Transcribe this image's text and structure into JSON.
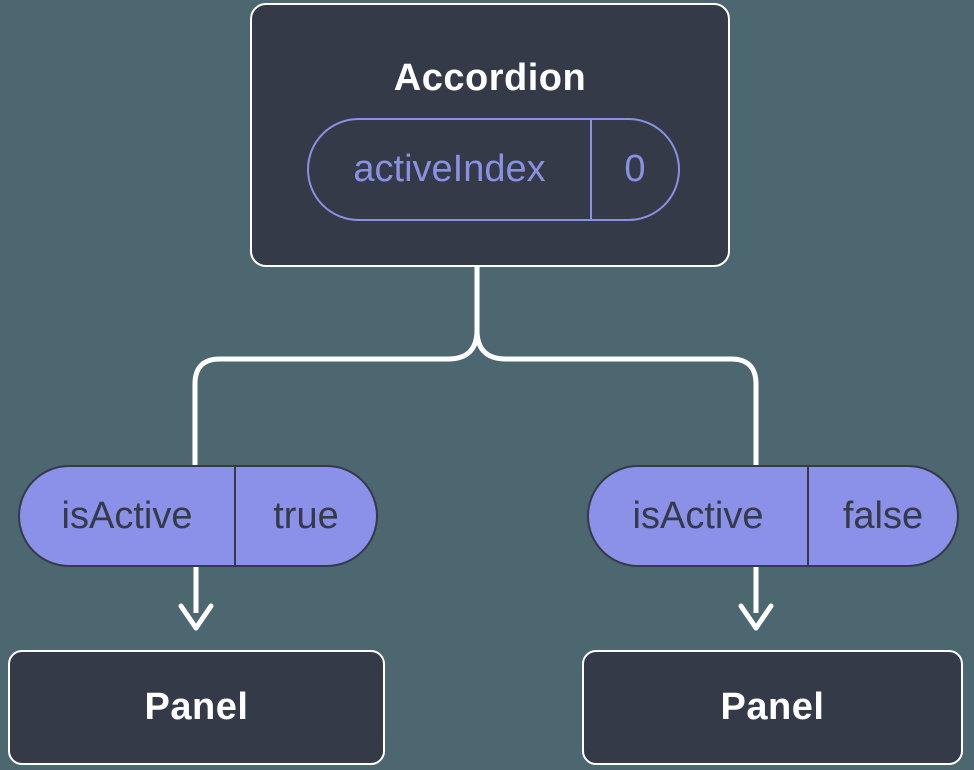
{
  "colors": {
    "background": "#4D6771",
    "node_fill": "#343A47",
    "node_border": "#FFFFFF",
    "accent_purple": "#8A90E2",
    "pill_fill": "#8B90E8",
    "pill_text": "#343A47",
    "connector": "#FFFFFF"
  },
  "diagram": {
    "root": {
      "title": "Accordion",
      "state": {
        "name": "activeIndex",
        "value": "0"
      }
    },
    "children": [
      {
        "prop_name": "isActive",
        "prop_value": "true",
        "title": "Panel"
      },
      {
        "prop_name": "isActive",
        "prop_value": "false",
        "title": "Panel"
      }
    ]
  }
}
